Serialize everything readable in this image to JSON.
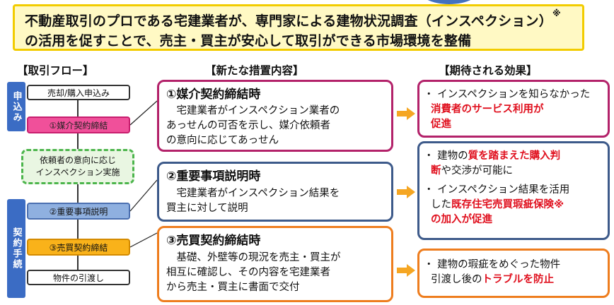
{
  "banner": {
    "line1": "不動産取引のプロである宅建業者が、専門家による建物状況調査（インスペクション）",
    "line1_mark": "※",
    "line2": "の活用を促すことで、売主・買主が安心して取引ができる市場環境を整備"
  },
  "headers": {
    "flow": "【取引フロー】",
    "measures": "【新たな措置内容】",
    "effects": "【期待される効果】"
  },
  "side_tabs": {
    "top": "申込み",
    "bottom": "契約手続"
  },
  "flow": {
    "step_application": "売却/購入申込み",
    "step_mediation": "①媒介契約締結",
    "step_inspection_line1": "依頼者の意向に応じ",
    "step_inspection_line2": "インスペクション実施",
    "step_explanation": "②重要事項説明",
    "step_sales_contract": "③売買契約締結",
    "step_handover": "物件の引渡し"
  },
  "measures": {
    "m1": {
      "title": "①媒介契約締結時",
      "lines": [
        "　宅建業者がインスペクション業者の",
        "あっせんの可否を示し、媒介依頼者",
        "の意向に応じてあっせん"
      ]
    },
    "m2": {
      "title": "②重要事項説明時",
      "lines": [
        "　宅建業者がインスペクション結果を",
        "買主に対して説明"
      ]
    },
    "m3": {
      "title": "③売買契約締結時",
      "lines": [
        "　基礎、外壁等の現況を売主・買主が",
        "相互に確認し、その内容を宅建業者",
        "から売主・買主に書面で交付"
      ]
    }
  },
  "effects": {
    "e1": {
      "line1": "・ インスペクションを知らなかった",
      "line2_red": "消費者のサービス利用が",
      "line3_red": "促進"
    },
    "e2": {
      "a_line1_pre": "・ 建物の",
      "a_line1_red": "質を踏まえた購入判",
      "a_line2_red": "断",
      "a_line2_post": "や交渉が可能に",
      "b_line1": "・ インスペクション結果を活用",
      "b_line2_pre": "した",
      "b_line2_red": "既存住宅売買瑕疵保険※",
      "b_line3_red": "の加入が促進"
    },
    "e3": {
      "line1": "・ 建物の瑕疵をめぐった物件",
      "line2_pre": "引渡し後の",
      "line2_red": "トラブルを防止"
    }
  },
  "colors": {
    "banner_fill": "#fff9c4",
    "banner_border": "#f2cc00",
    "tab_blue": "#3b6cc4",
    "pink": "#f0509a",
    "blue_step": "#8fb0e0",
    "orange_step": "#f9b21a",
    "green_dashed": "#4cb54c",
    "magenta_border": "#b3226a",
    "navy_border": "#3d5a8a",
    "orange_border": "#ee7d1e",
    "arrow_orange": "#f5a623",
    "emphasis_red": "#e0101e"
  }
}
